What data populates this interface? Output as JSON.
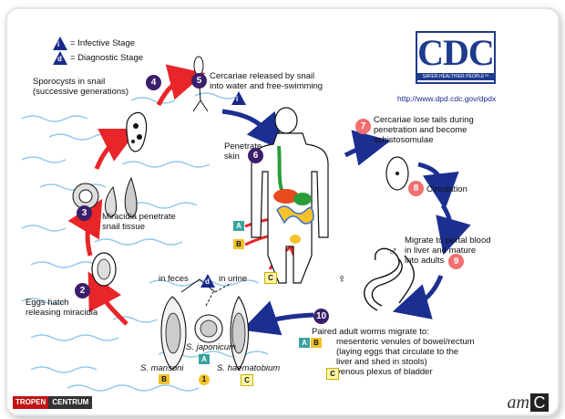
{
  "legend": {
    "infective_letter": "i",
    "infective_label": "= Infective Stage",
    "diagnostic_letter": "d",
    "diagnostic_label": "= Diagnostic Stage"
  },
  "cdc": {
    "logo_text": "CDC",
    "tagline": "SAFER·HEALTHIER·PEOPLE™",
    "url": "http://www.dpd.cdc.gov/dpdx"
  },
  "stages": {
    "s1": {
      "num": "1"
    },
    "s2": {
      "num": "2",
      "text": [
        "Eggs hatch",
        "releasing miracidia"
      ]
    },
    "s3": {
      "num": "3",
      "text": [
        "Miracidia penetrate",
        "snail tissue"
      ]
    },
    "s4": {
      "num": "4",
      "text": [
        "Sporocysts in snail",
        "(successive generations)"
      ]
    },
    "s5": {
      "num": "5",
      "text": [
        "Cercariae released by snail",
        "into water and free-swimming"
      ]
    },
    "s6": {
      "num": "6",
      "text": [
        "Penetrate",
        "skin"
      ]
    },
    "s7": {
      "num": "7",
      "text": [
        "Cercariae lose tails during",
        "penetration and become",
        "schistosomulae"
      ]
    },
    "s8": {
      "num": "8",
      "text": "Circulation"
    },
    "s9": {
      "num": "9",
      "text": [
        "Migrate to portal blood",
        "in liver and mature",
        "into adults"
      ]
    },
    "s10": {
      "num": "10",
      "text": [
        "Paired adult worms migrate to:",
        "mesenteric venules of bowel/rectum",
        "(laying eggs that circulate to the",
        "liver and shed in stools)",
        "venous plexus of bladder"
      ]
    }
  },
  "eggs": {
    "in_feces": "in feces",
    "in_urine": "in urine",
    "mansoni": "S. mansoni",
    "japonicum": "S. japonicum",
    "haematobium": "S. haematobium"
  },
  "badges": {
    "A": "A",
    "B": "B",
    "C": "C"
  },
  "symbols": {
    "male": "♂",
    "female": "♀"
  },
  "footer": {
    "brand_a": "TROPEN",
    "brand_b": "CENTRUM",
    "logo_am": "am",
    "logo_c": "C"
  },
  "colors": {
    "water": "#8ec9e8",
    "red_arrow": "#e8262a",
    "blue_arrow": "#1c2f91",
    "badge_dark": "#3b1f6b",
    "badge_pink": "#f06f6f"
  }
}
